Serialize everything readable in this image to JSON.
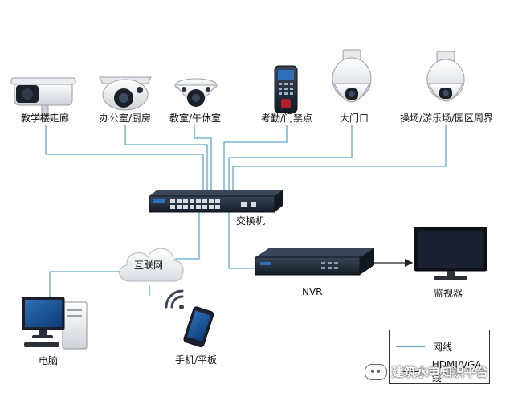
{
  "colors": {
    "network_line": "#5fa8c8",
    "hdmi_line": "#222222",
    "device_dark": "#1f2a3c",
    "device_white": "#f2f3f5"
  },
  "devices": {
    "cam_corridor": {
      "label": "教学楼走廊",
      "icon": "bullet-camera-icon"
    },
    "cam_office": {
      "label": "办公室/厨房",
      "icon": "turret-camera-icon"
    },
    "cam_classroom": {
      "label": "教室/午休室",
      "icon": "dome-camera-icon"
    },
    "attendance": {
      "label": "考勤/门禁点",
      "icon": "access-control-terminal-icon"
    },
    "cam_gate": {
      "label": "大门口",
      "icon": "ptz-camera-icon"
    },
    "cam_playground": {
      "label": "操场/游乐场/园区周界",
      "icon": "ptz-camera-icon"
    },
    "switch": {
      "label": "交换机",
      "icon": "network-switch-icon"
    },
    "internet": {
      "label": "互联网",
      "icon": "cloud-icon"
    },
    "nvr": {
      "label": "NVR",
      "icon": "nvr-recorder-icon"
    },
    "monitor": {
      "label": "监视器",
      "icon": "monitor-icon"
    },
    "computer": {
      "label": "电脑",
      "icon": "desktop-computer-icon"
    },
    "phone": {
      "label": "手机/平板",
      "icon": "smartphone-icon"
    }
  },
  "legend": {
    "network": "网线",
    "hdmi": "HDMI/VGA线"
  },
  "watermark": "建筑水电知识平台"
}
